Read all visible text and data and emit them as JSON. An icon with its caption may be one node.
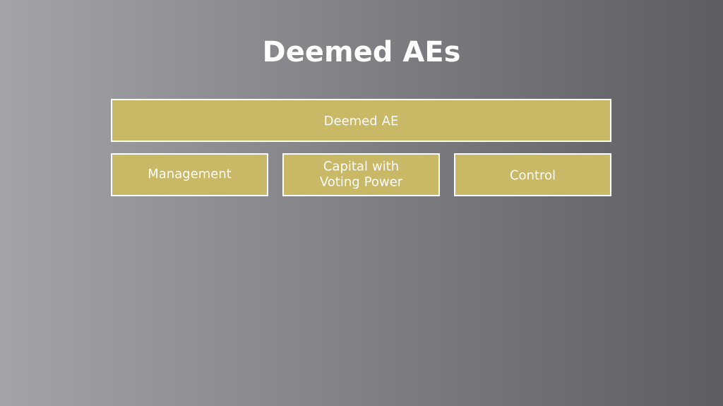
{
  "diagram": {
    "title": "Deemed AEs",
    "nodes": [
      {
        "text": [
          "Deemed AE"
        ]
      },
      {
        "text": [
          "Management"
        ]
      },
      {
        "text": [
          "Capital with Voting Power"
        ]
      },
      {
        "text": [
          "Control"
        ]
      }
    ]
  }
}
